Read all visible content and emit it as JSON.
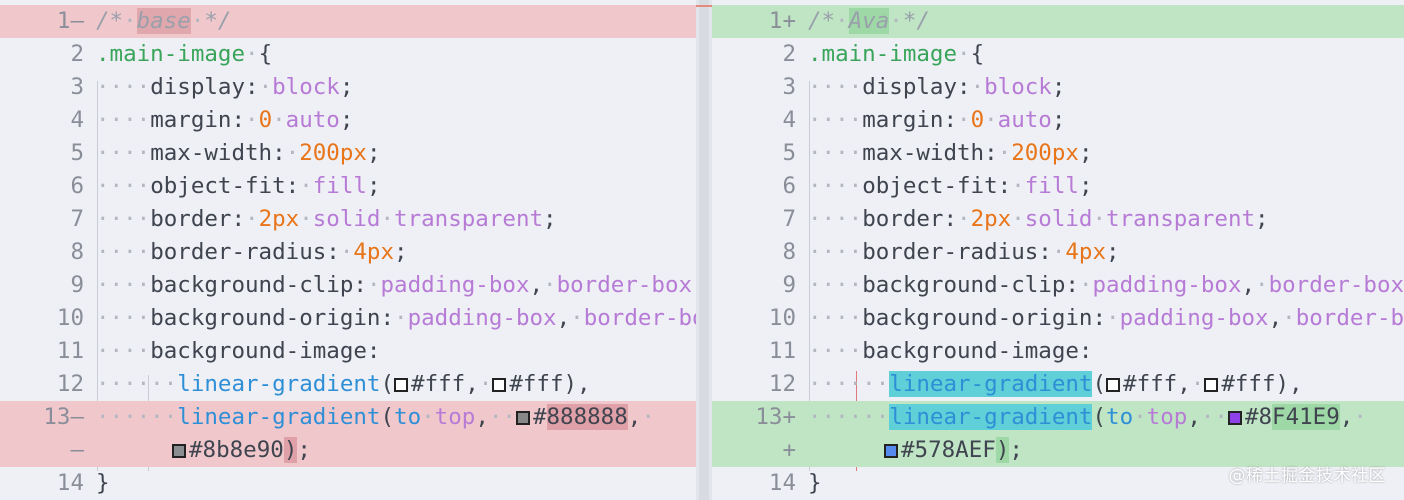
{
  "left": {
    "comment_open": "/*",
    "comment_word": "base",
    "comment_close": "*/",
    "selector": ".main-image",
    "lines": [
      {
        "n": "1–"
      },
      {
        "n": "2"
      },
      {
        "n": "3"
      },
      {
        "n": "4"
      },
      {
        "n": "5"
      },
      {
        "n": "6"
      },
      {
        "n": "7"
      },
      {
        "n": "8"
      },
      {
        "n": "9"
      },
      {
        "n": "10"
      },
      {
        "n": "11"
      },
      {
        "n": "12"
      },
      {
        "n": "13–"
      },
      {
        "n": "–"
      },
      {
        "n": "14"
      }
    ],
    "color_a": "#888888",
    "color_b": "#8b8e90"
  },
  "right": {
    "comment_open": "/*",
    "comment_word": "Ava",
    "comment_close": "*/",
    "selector": ".main-image",
    "lines": [
      {
        "n": "1+"
      },
      {
        "n": "2"
      },
      {
        "n": "3"
      },
      {
        "n": "4"
      },
      {
        "n": "5"
      },
      {
        "n": "6"
      },
      {
        "n": "7"
      },
      {
        "n": "8"
      },
      {
        "n": "9"
      },
      {
        "n": "10"
      },
      {
        "n": "11"
      },
      {
        "n": "12"
      },
      {
        "n": "13+"
      },
      {
        "n": "+"
      },
      {
        "n": "14"
      }
    ],
    "color_a": "#8F41E9",
    "color_b": "#578AEF"
  },
  "code": {
    "open_brace": "{",
    "close_brace": "}",
    "display": "display:",
    "block": "block",
    "margin": "margin:",
    "zero": "0",
    "auto": "auto",
    "maxwidth": "max-width:",
    "px200": "200px",
    "objectfit": "object-fit:",
    "fill": "fill",
    "border": "border:",
    "px2": "2px",
    "solid": "solid",
    "transparent": "transparent",
    "radius": "border-radius:",
    "px4": "4px",
    "bgclip": "background-clip:",
    "bgorigin": "background-origin:",
    "paddingbox": "padding-box",
    "borderbox": "border-box",
    "bgimage": "background-image:",
    "lg": "linear-gradient",
    "fff": "#fff",
    "to": "to",
    "top": "top",
    "semi": ";"
  },
  "colors": {
    "white": "#ffffff",
    "purple": "#8F41E9",
    "blue": "#578AEF",
    "grey_a": "#888888",
    "grey_b": "#8b8e90"
  },
  "watermark": "@稀土掘金技术社区"
}
